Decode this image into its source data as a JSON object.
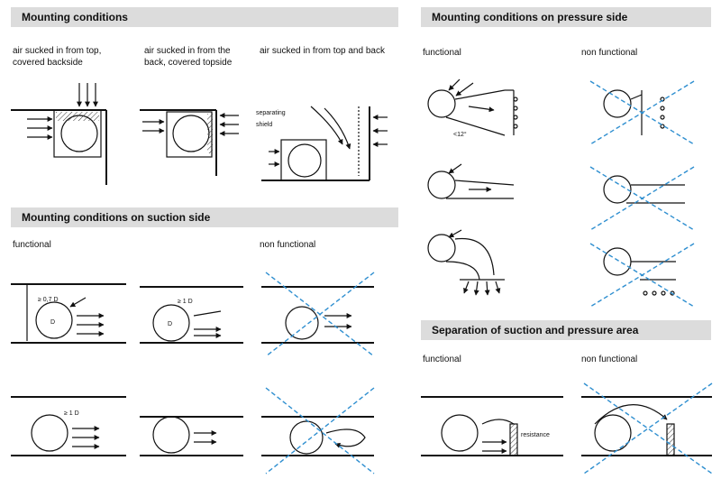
{
  "sections": {
    "mounting": "Mounting conditions",
    "pressure": "Mounting conditions on pressure side",
    "suction": "Mounting conditions on suction side",
    "separation": "Separation of suction and pressure area"
  },
  "mounting_cases": {
    "top_line1": "air sucked in from top,",
    "top_line2": "covered backside",
    "back_line1": "air sucked in from the",
    "back_line2": "back, covered topside",
    "topback": "air sucked in from top and back"
  },
  "labels": {
    "functional": "functional",
    "non_functional": "non functional"
  },
  "annotations": {
    "separating_1": "separating",
    "separating_2": "shield",
    "angle": "<12°",
    "dim_07d": "≥ 0,7 D",
    "dim_1d": "≥ 1 D",
    "fan_d": "D",
    "resistance": "resistance"
  }
}
